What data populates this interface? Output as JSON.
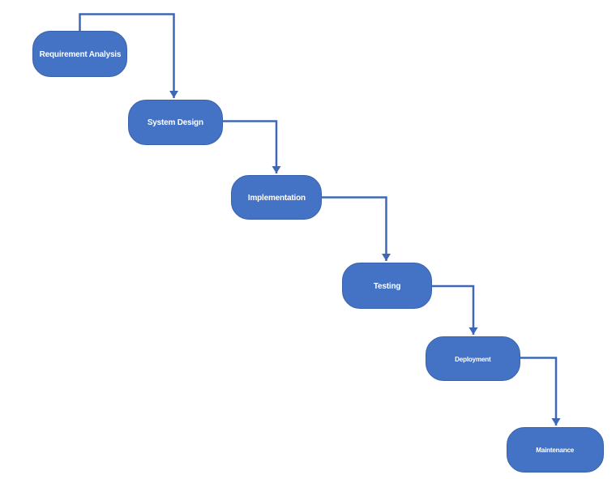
{
  "diagram": {
    "type": "flowchart",
    "colors": {
      "node_fill": "#4472C4",
      "node_border": "#3A62AC",
      "connector": "#3E68B5",
      "label_text": "#FFFFFF",
      "background": "#FFFFFF"
    },
    "nodes": [
      {
        "id": "requirement-analysis",
        "label": "Requirement Analysis"
      },
      {
        "id": "system-design",
        "label": "System Design"
      },
      {
        "id": "implementation",
        "label": "Implementation"
      },
      {
        "id": "testing",
        "label": "Testing"
      },
      {
        "id": "deployment",
        "label": "Deployment"
      },
      {
        "id": "maintenance",
        "label": "Maintenance"
      }
    ],
    "edges": [
      {
        "from": "requirement-analysis",
        "to": "system-design"
      },
      {
        "from": "system-design",
        "to": "implementation"
      },
      {
        "from": "implementation",
        "to": "testing"
      },
      {
        "from": "testing",
        "to": "deployment"
      },
      {
        "from": "deployment",
        "to": "maintenance"
      }
    ]
  }
}
